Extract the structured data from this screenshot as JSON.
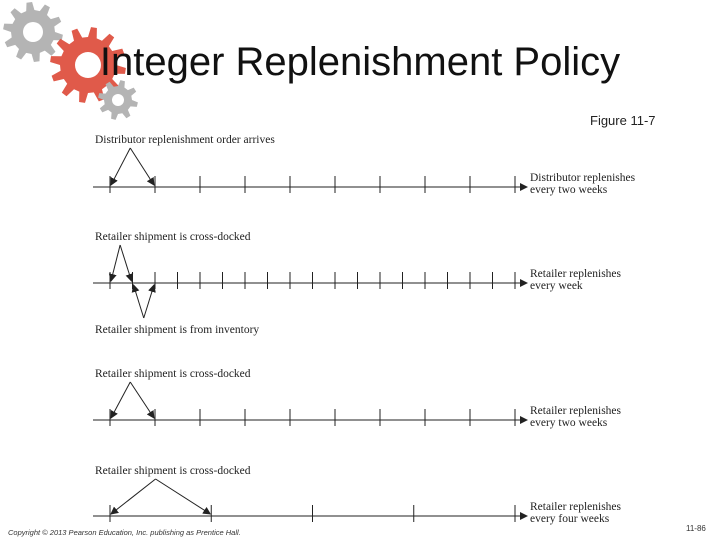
{
  "slide": {
    "title": "Integer Replenishment Policy",
    "figure_label": "Figure 11-7",
    "copyright": "Copyright © 2013 Pearson Education, Inc. publishing as Prentice Hall.",
    "page_number": "11-86"
  },
  "theme": {
    "gear_gray": "#b4b4b4",
    "gear_red": "#e05a4a",
    "line_color": "#222222"
  },
  "timelines": [
    {
      "top_label": "Distributor replenishment order arrives",
      "bottom_label": "",
      "right_label_lines": [
        "Distributor replenishes",
        "every two weeks"
      ],
      "ticks": 10,
      "cross_dock_arrows": true,
      "inventory_arrows": false
    },
    {
      "top_label": "Retailer shipment is cross-docked",
      "bottom_label": "Retailer shipment is from inventory",
      "right_label_lines": [
        "Retailer replenishes",
        "every week"
      ],
      "ticks": 19,
      "cross_dock_arrows": true,
      "inventory_arrows": true
    },
    {
      "top_label": "Retailer shipment is cross-docked",
      "bottom_label": "",
      "right_label_lines": [
        "Retailer replenishes",
        "every two weeks"
      ],
      "ticks": 10,
      "cross_dock_arrows": true,
      "inventory_arrows": false
    },
    {
      "top_label": "Retailer shipment is cross-docked",
      "bottom_label": "",
      "right_label_lines": [
        "Retailer replenishes",
        "every four weeks"
      ],
      "ticks": 5,
      "cross_dock_arrows": true,
      "inventory_arrows": false
    }
  ]
}
